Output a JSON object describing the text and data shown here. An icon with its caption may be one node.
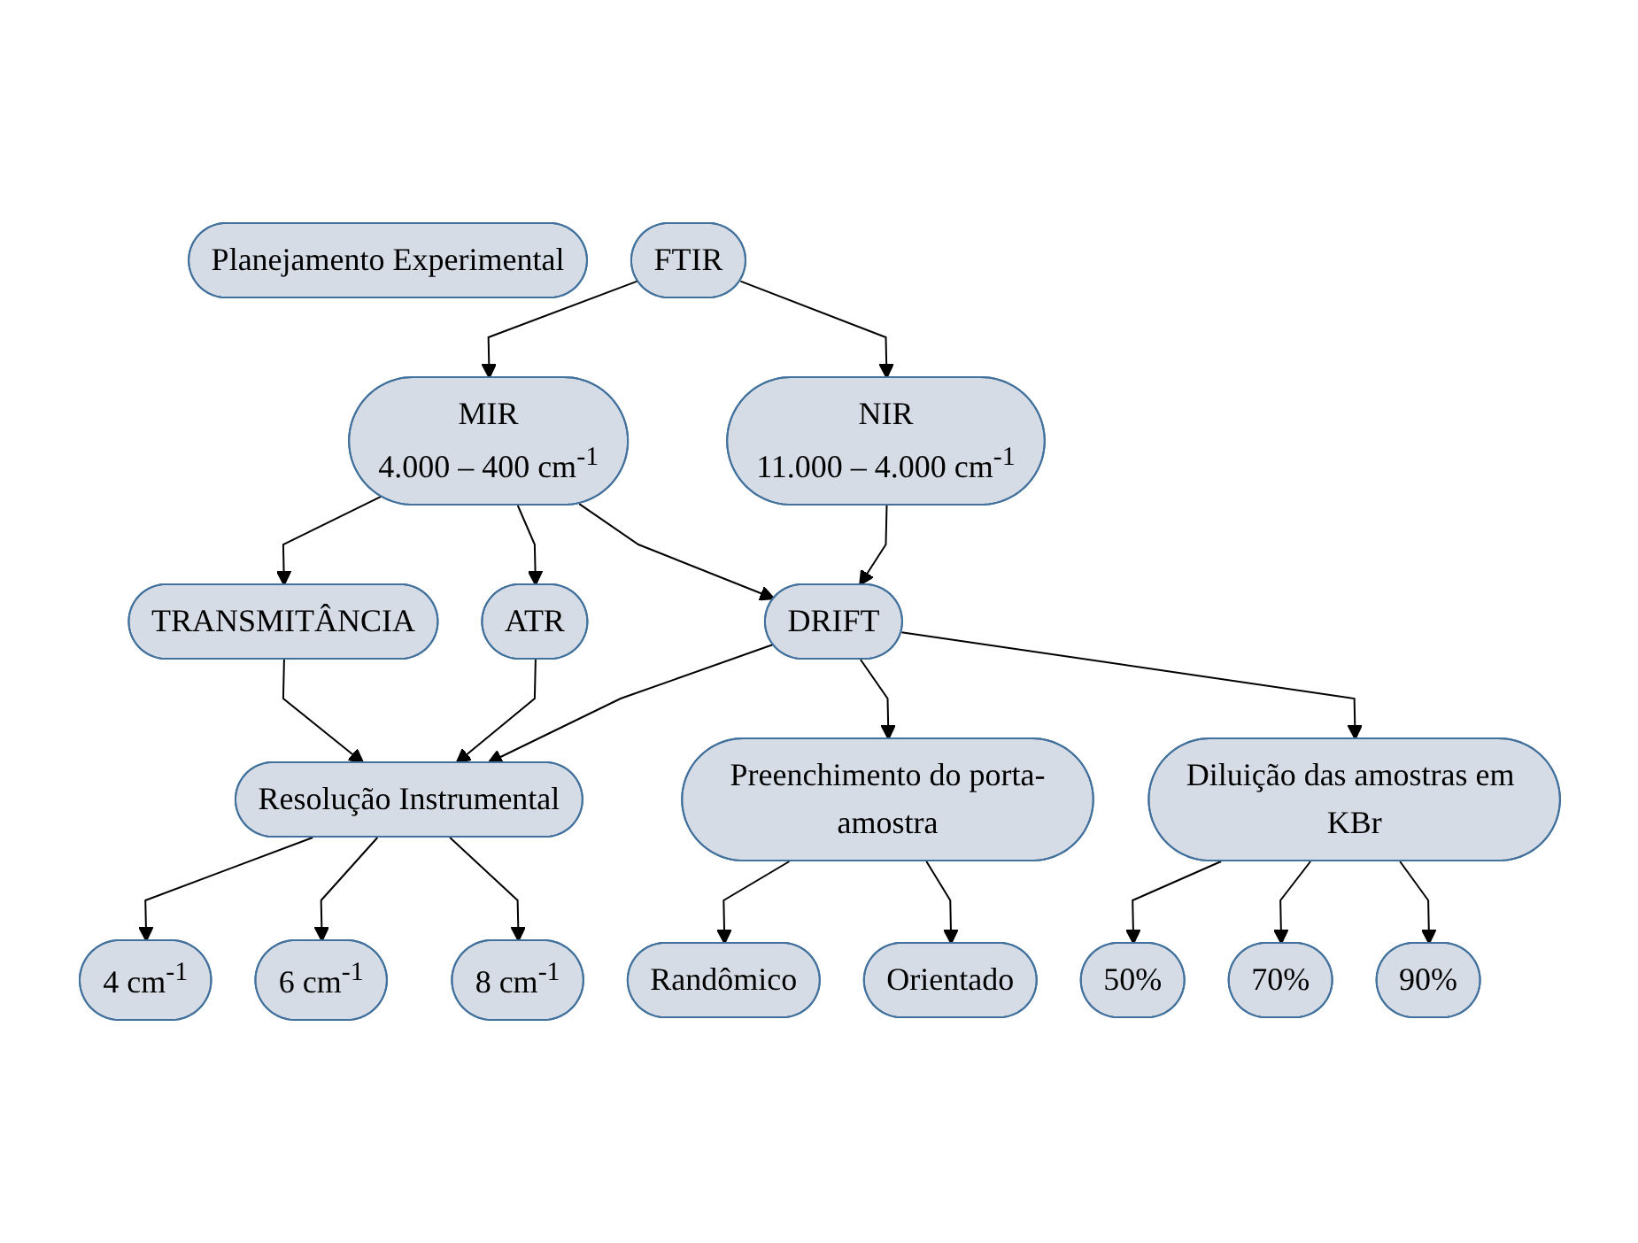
{
  "diagram": {
    "nodes": [
      {
        "text": [
          "Planejamento Experimental"
        ]
      },
      {
        "text": [
          "FTIR"
        ]
      },
      {
        "text": [
          "MIR",
          "4.000 – 400 cm$^{-1}$"
        ]
      },
      {
        "text": [
          "NIR",
          "11.000 – 4.000 cm$^{-1}$"
        ]
      },
      {
        "text": [
          "TRANSMITÂNCIA"
        ]
      },
      {
        "text": [
          "ATR"
        ]
      },
      {
        "text": [
          "DRIFT"
        ]
      },
      {
        "text": [
          "Resolução Instrumental"
        ]
      },
      {
        "text": [
          "Preenchimento do porta-amostra"
        ]
      },
      {
        "text": [
          "Diluição das amostras em KBr"
        ]
      },
      {
        "text": [
          "Randômico"
        ]
      },
      {
        "text": [
          "Orientado"
        ]
      },
      {
        "text": [
          "4 cm$^{-1}$"
        ]
      },
      {
        "text": [
          "6 cm$^{-1}$"
        ]
      },
      {
        "text": [
          "8 cm$^{-1}$"
        ]
      },
      {
        "text": [
          "50%"
        ]
      },
      {
        "text": [
          "70%"
        ]
      },
      {
        "text": [
          "90%"
        ]
      }
    ],
    "edges": [
      {
        "from": 1,
        "to": 2,
        "arrow": "to"
      },
      {
        "from": 1,
        "to": 3,
        "arrow": "to"
      },
      {
        "from": 2,
        "to": 4,
        "arrow": "to"
      },
      {
        "from": 2,
        "to": 5,
        "arrow": "to"
      },
      {
        "from": 2,
        "to": 6,
        "arrow": "to"
      },
      {
        "from": 3,
        "to": 6,
        "arrow": "to"
      },
      {
        "from": 4,
        "to": 7,
        "arrow": "to"
      },
      {
        "from": 5,
        "to": 7,
        "arrow": "to"
      },
      {
        "from": 6,
        "to": 7,
        "arrow": "to"
      },
      {
        "from": 6,
        "to": 8,
        "arrow": "to"
      },
      {
        "from": 6,
        "to": 9,
        "arrow": "to"
      },
      {
        "from": 8,
        "to": 10,
        "arrow": "to"
      },
      {
        "from": 8,
        "to": 11,
        "arrow": "to"
      },
      {
        "from": 7,
        "to": 12,
        "arrow": "to"
      },
      {
        "from": 7,
        "to": 13,
        "arrow": "to"
      },
      {
        "from": 7,
        "to": 14,
        "arrow": "to"
      },
      {
        "from": 9,
        "to": 15,
        "arrow": "to"
      },
      {
        "from": 9,
        "to": 16,
        "arrow": "to"
      },
      {
        "from": 9,
        "to": 17,
        "arrow": "to"
      }
    ]
  }
}
